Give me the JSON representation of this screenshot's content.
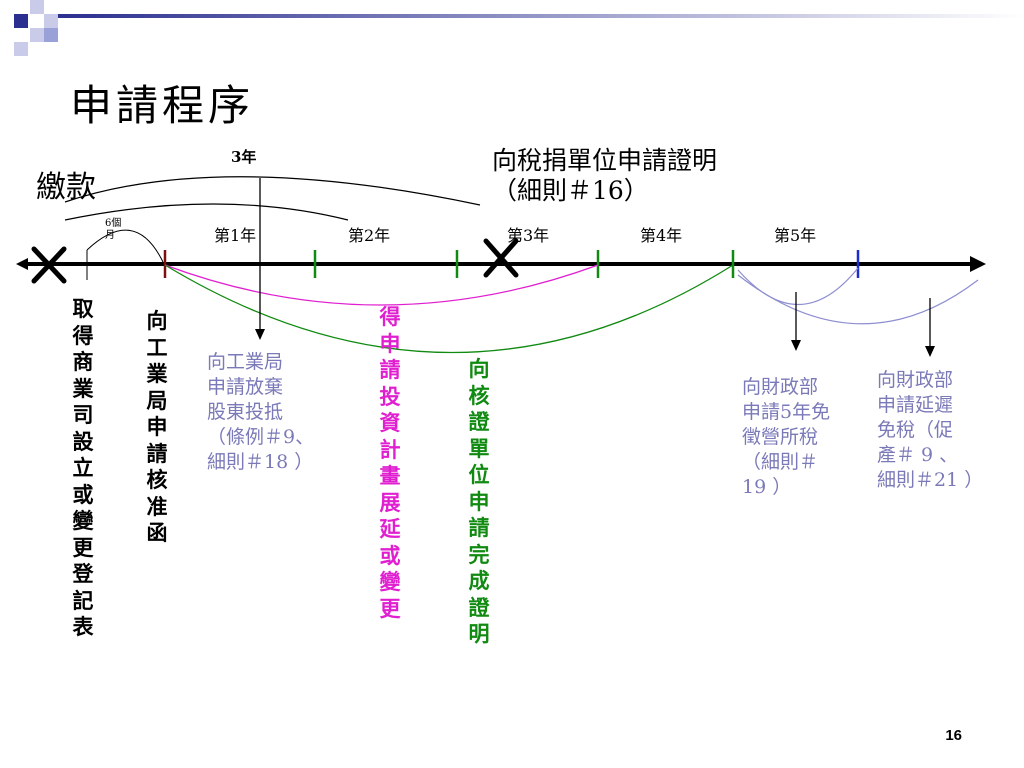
{
  "title": "申請程序",
  "labels": {
    "payment": "繳款",
    "three_years": "3年",
    "six_months_1": "6個",
    "six_months_2": "月",
    "tax_cert_line1": "向稅捐單位申請證明",
    "tax_cert_line2": "（細則＃16）"
  },
  "years": [
    "第1年",
    "第2年",
    "第3年",
    "第4年",
    "第5年"
  ],
  "vertical": {
    "registration": "取得商業司設立或變更登記表",
    "industry_letter": "向工業局申請核准函",
    "plan_extension": "得申請投資計畫展延或變更",
    "completion_proof": "向核證單位申請完成證明"
  },
  "notes": {
    "waive_line1": "向工業局",
    "waive_line2": "申請放棄",
    "waive_line3": "股東投抵",
    "waive_line4": "（條例＃9、",
    "waive_line5": "細則＃18 ）",
    "exempt5_line1": "向財政部",
    "exempt5_line2": "申請5年免",
    "exempt5_line3": "徵營所稅",
    "exempt5_line4": "（細則＃",
    "exempt5_line5": "19 ）",
    "defer_line1": "向財政部",
    "defer_line2": "申請延遲",
    "defer_line3": "免稅（促",
    "defer_line4": "產＃ 9 、",
    "defer_line5": "細則＃21 ）"
  },
  "page_number": "16",
  "colors": {
    "header_blue": "#2b2f8f",
    "pink": "#e020d0",
    "green": "#118a11",
    "dark_red": "#7a1010",
    "lavender": "#8e8ed0",
    "gray_text": "#7b7ab8"
  }
}
